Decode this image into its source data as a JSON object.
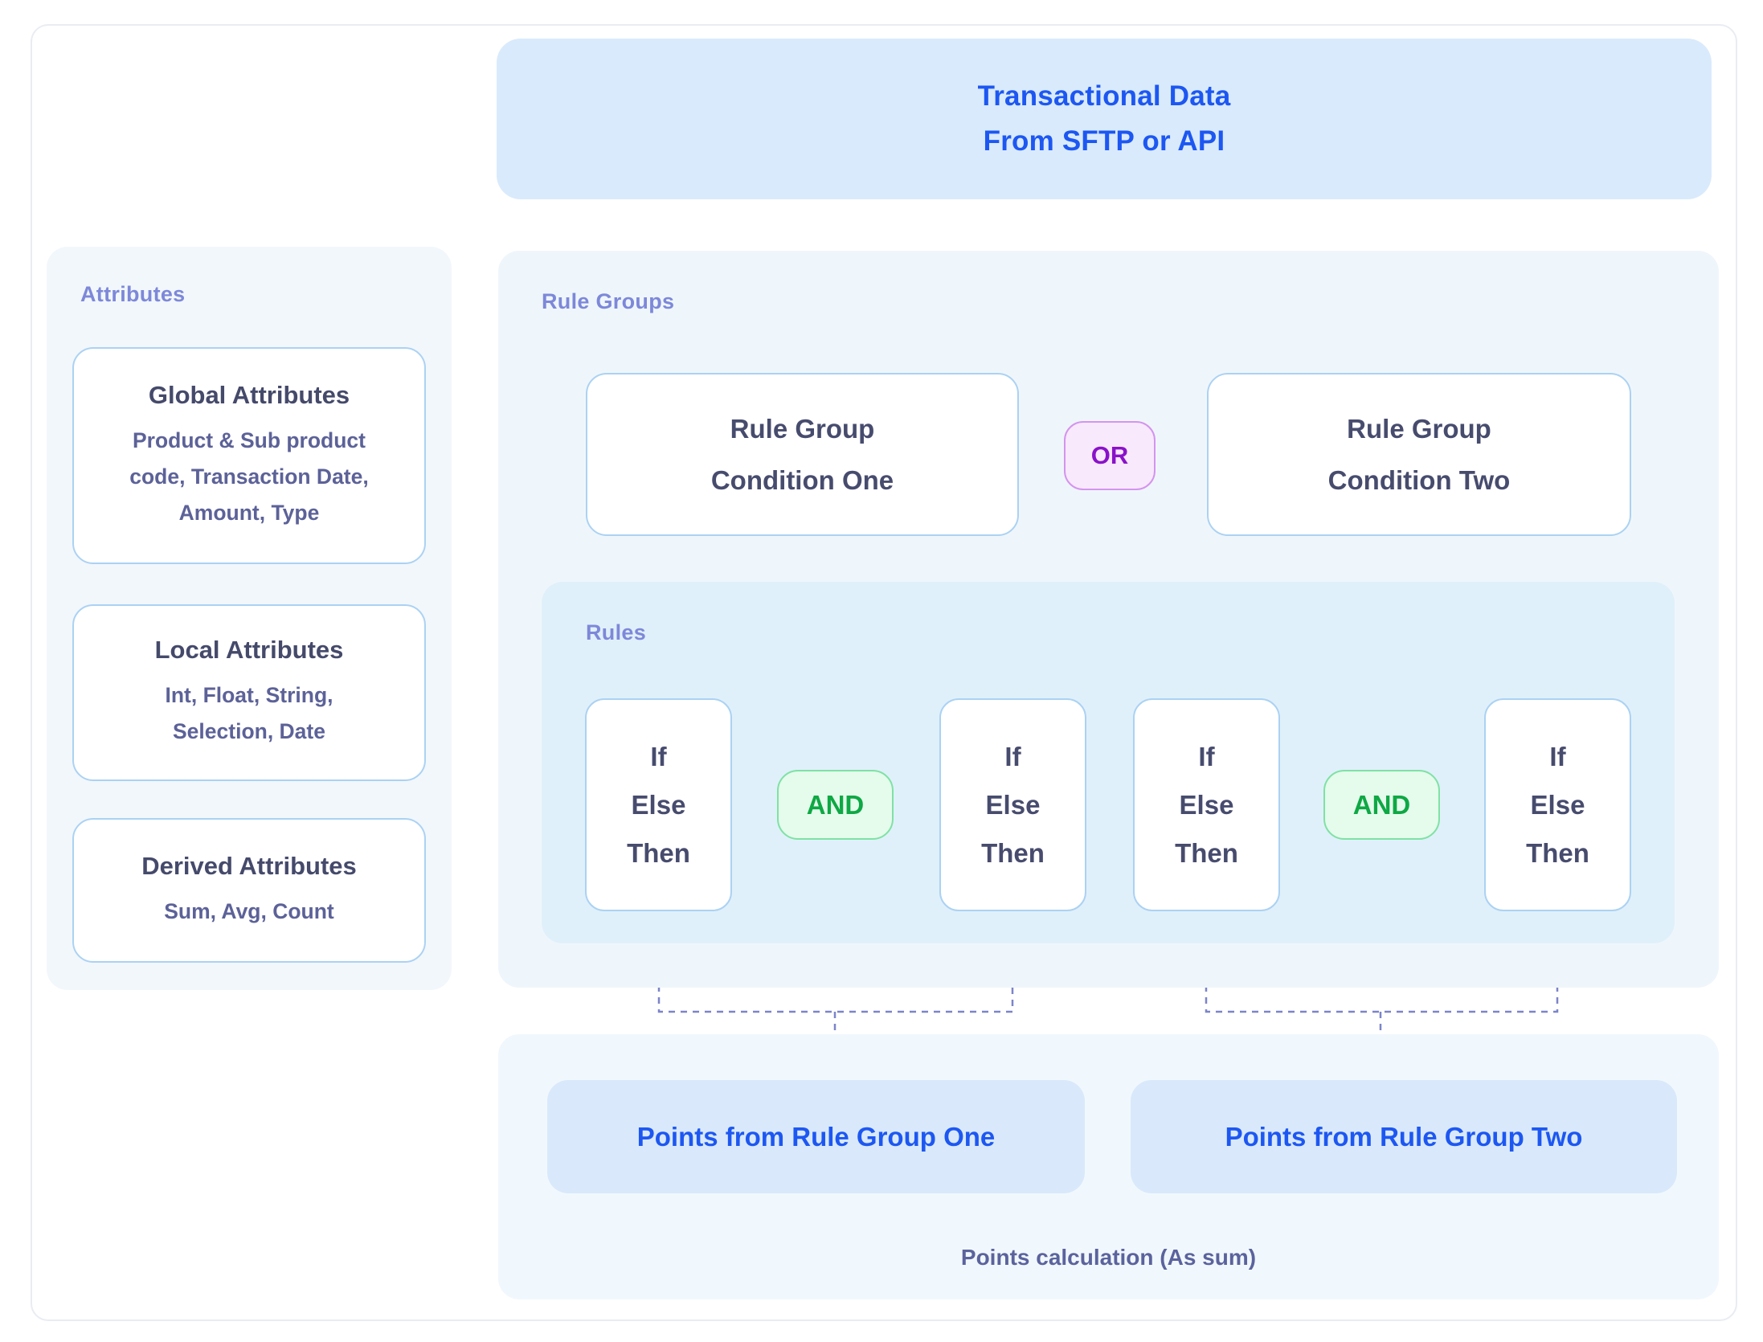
{
  "header": {
    "line1": "Transactional Data",
    "line2": "From SFTP or API"
  },
  "attributes_panel": {
    "label": "Attributes",
    "cards": [
      {
        "title": "Global Attributes",
        "description": "Product & Sub product code, Transaction Date, Amount, Type"
      },
      {
        "title": "Local Attributes",
        "description": "Int, Float, String, Selection, Date"
      },
      {
        "title": "Derived Attributes",
        "description": "Sum, Avg, Count"
      }
    ]
  },
  "rule_groups_panel": {
    "label": "Rule Groups",
    "or_label": "OR",
    "groups": [
      {
        "title_line1": "Rule Group",
        "title_line2": "Condition One"
      },
      {
        "title_line1": "Rule Group",
        "title_line2": "Condition Two"
      }
    ],
    "rules_panel": {
      "label": "Rules",
      "and_label": "AND",
      "rule_box_lines": [
        "If",
        "Else",
        "Then"
      ]
    }
  },
  "points_panel": {
    "box_one": "Points from Rule Group One",
    "box_two": "Points from Rule Group Two",
    "caption": "Points calculation (As sum)"
  },
  "colors": {
    "header_text": "#1d57f2",
    "header_bg": "#d9eafc",
    "panel_label": "#7d88d9",
    "box_border": "#abd2f3",
    "dark_heading": "#454a6b",
    "body_text": "#5c6298",
    "or_text": "#8a12c9",
    "and_text": "#0ea844",
    "points_text": "#1d57f2",
    "connector": "#7c84c9"
  }
}
